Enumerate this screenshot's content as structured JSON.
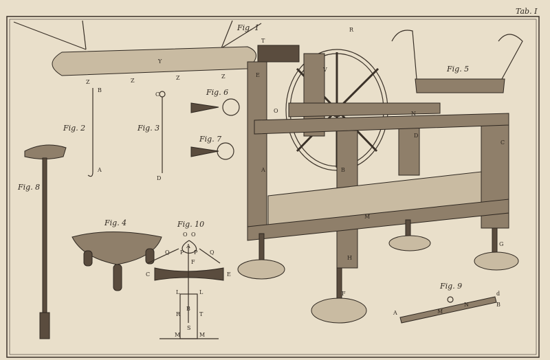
{
  "plate": {
    "title": "Tab. I",
    "background_color": "#e9dfca",
    "ink_color": "#3a3128"
  },
  "figures": [
    {
      "label": "Fig. 1",
      "subject": "wheel"
    },
    {
      "label": "Fig. 2"
    },
    {
      "label": "Fig. 3"
    },
    {
      "label": "Fig. 4"
    },
    {
      "label": "Fig. 5"
    },
    {
      "label": "Fig. 6"
    },
    {
      "label": "Fig. 7"
    },
    {
      "label": "Fig. 8"
    },
    {
      "label": "Fig. 9"
    },
    {
      "label": "Fig. 10"
    }
  ],
  "letters": {
    "conductor": [
      "Y",
      "Z",
      "Z",
      "Z",
      "Z"
    ],
    "fig1": [
      "R",
      "T",
      "V",
      "O",
      "N",
      "E",
      "A",
      "B",
      "C",
      "D",
      "H",
      "M",
      "F",
      "G"
    ],
    "fig2": [
      "B",
      "A"
    ],
    "fig3": [
      "C",
      "D"
    ],
    "fig9": [
      "A",
      "M",
      "N",
      "B",
      "d"
    ],
    "fig10": [
      "O",
      "O",
      "A",
      "Q",
      "P",
      "P",
      "Q",
      "F",
      "C",
      "E",
      "L",
      "L",
      "B",
      "R",
      "T",
      "S",
      "M",
      "M"
    ]
  }
}
